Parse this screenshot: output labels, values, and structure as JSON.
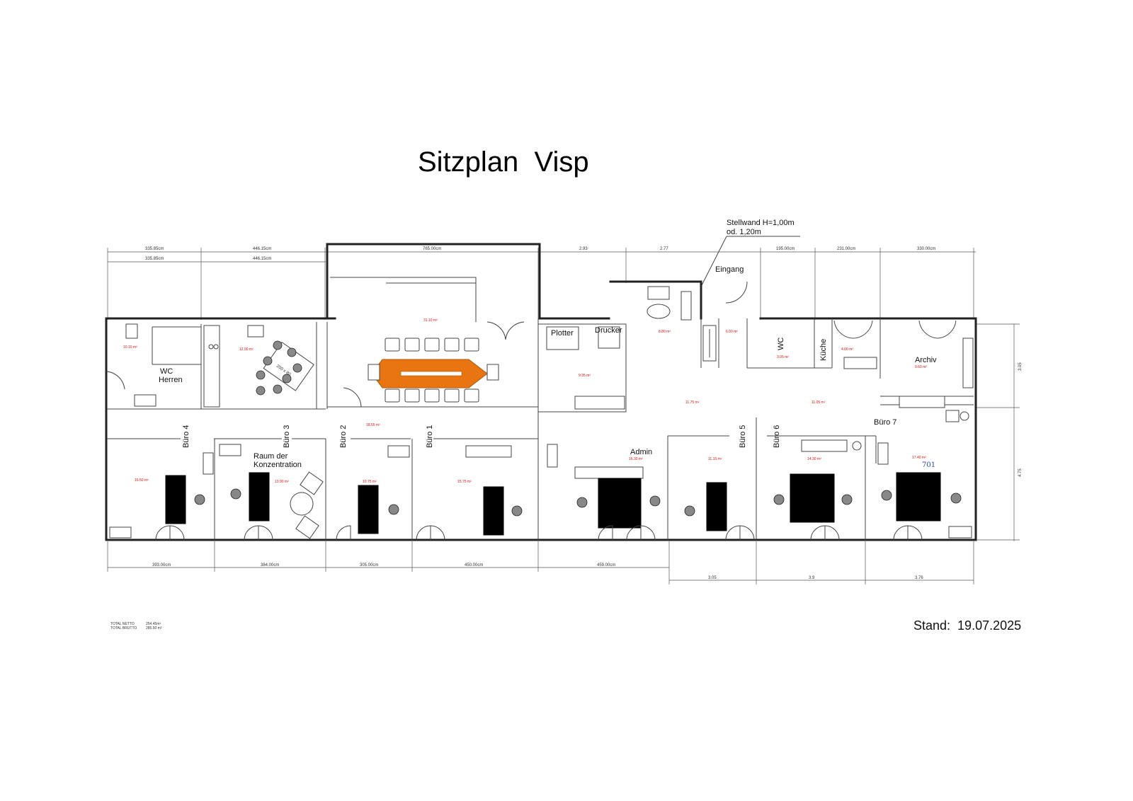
{
  "title": "Sitzplan  Visp",
  "stand": "Stand:  19.07.2025",
  "annotation": {
    "line1": "Stellwand H=1,00m",
    "line2": "od. 1,20m"
  },
  "rooms": {
    "wc_herren": {
      "line1": "WC",
      "line2": "Herren",
      "area": "10.10 m²"
    },
    "kitchen_left": {
      "area": "12.90 m²"
    },
    "conference": {
      "area": "31.10 m²",
      "table_label": "200 x 80"
    },
    "plotter": {
      "label": "Plotter",
      "area": "9.35 m²"
    },
    "drucker": {
      "label": "Drucker"
    },
    "lobby_top": {
      "area": "8.80 m²"
    },
    "eingang": {
      "label": "Eingang",
      "area": "6.00 m²"
    },
    "wc_right": {
      "label": "WC",
      "area": "3.05 m²"
    },
    "kueche": {
      "label": "Küche",
      "area": "4.00 m²"
    },
    "archiv": {
      "label": "Archiv",
      "area": "9.60 m²"
    },
    "corridor_left": {
      "area": "18.55 m²"
    },
    "corridor_mid": {
      "area": "11.75 m²"
    },
    "corridor_right": {
      "area": "11.05 m²"
    },
    "buero4": {
      "label": "Büro 4",
      "area": "16.50 m²"
    },
    "buero3": {
      "label": "Büro 3",
      "line1": "Raum der",
      "line2": "Konzentration",
      "area": "13.90 m²"
    },
    "buero2": {
      "label": "Büro 2",
      "area": "10.75 m²"
    },
    "buero1": {
      "label": "Büro 1",
      "area": "15.75 m²"
    },
    "admin": {
      "label": "Admin",
      "area": "16.30 m²"
    },
    "buero5": {
      "label": "Büro 5",
      "area": "11.15 m²"
    },
    "buero6": {
      "label": "Büro 6",
      "area": "14.30 m²"
    },
    "buero7": {
      "label": "Büro 7",
      "area": "17.40 m²",
      "number": "701"
    }
  },
  "dimensions": {
    "top_row1": [
      "335.85cm",
      "446.15cm",
      "765.00cm",
      "2.93",
      "2.77",
      "195.00cm",
      "231.00cm",
      "330.00cm"
    ],
    "top_row2": [
      "335.85cm",
      "446.15cm"
    ],
    "bottom_row1": [
      "393.00cm",
      "384.00cm",
      "305.00cm",
      "450.00cm",
      "459.00cm"
    ],
    "bottom_row2": [
      "3.05",
      "3.9",
      "3.76"
    ],
    "right_side": [
      "3.05",
      "4.75"
    ]
  },
  "totals": {
    "netto_label": "TOTAL NETTO",
    "netto_value": "254.45m²",
    "brutto_label": "TOTAL BRUTTO",
    "brutto_value": "285.50 m²"
  },
  "colors": {
    "conference_table": "#e87511",
    "area_text": "#dd1111",
    "number_text": "#3344bb",
    "window_line": "#6cb3d9"
  }
}
